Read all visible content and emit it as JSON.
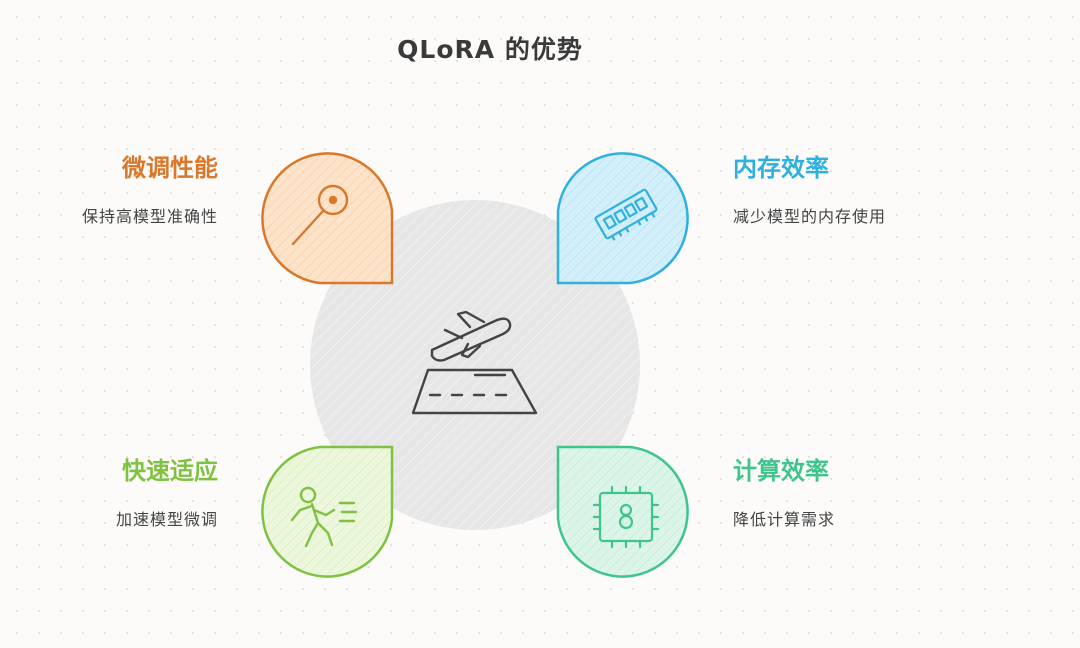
{
  "title": "QLoRA 的优势",
  "center": {
    "icon": "airplane-takeoff-runway-icon"
  },
  "sections": {
    "top_left": {
      "heading": "微调性能",
      "desc": "保持高模型准确性",
      "icon": "magnifier-icon",
      "color": "#d9782b",
      "fill": "#fde3c9"
    },
    "top_right": {
      "heading": "内存效率",
      "desc": "减少模型的内存使用",
      "icon": "memory-chip-icon",
      "color": "#2eb1de",
      "fill": "#d3effa"
    },
    "bottom_left": {
      "heading": "快速适应",
      "desc": "加速模型微调",
      "icon": "running-person-icon",
      "color": "#7fc242",
      "fill": "#e7f5d4"
    },
    "bottom_right": {
      "heading": "计算效率",
      "desc": "降低计算需求",
      "icon": "processor-chip-icon",
      "color": "#3fc58b",
      "fill": "#d8f4e6"
    }
  }
}
